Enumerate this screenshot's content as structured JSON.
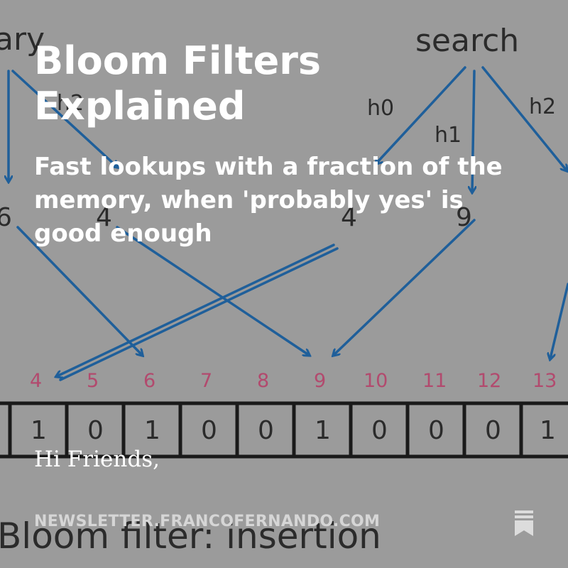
{
  "post": {
    "title": "Bloom Filters Explained",
    "subtitle": "Fast lookups with a fraction of the memory, when 'probably yes' is good enough",
    "greeting": "Hi Friends,"
  },
  "footer": {
    "domain": "NEWSLETTER.FRANCOFERNANDO.COM",
    "bookmark_icon": "bookmark-icon"
  },
  "diagram": {
    "left_label": "ary",
    "right_label": "search",
    "hash_labels": [
      "h0",
      "h1",
      "h2",
      "h2"
    ],
    "value_labels": [
      "6",
      "4",
      "4",
      "9"
    ],
    "bit_indices": [
      "4",
      "5",
      "6",
      "7",
      "8",
      "9",
      "10",
      "11",
      "12",
      "13"
    ],
    "bit_values": [
      "1",
      "0",
      "1",
      "0",
      "0",
      "1",
      "0",
      "0",
      "0",
      "1"
    ],
    "caption": "Bloom filter: insertion",
    "colors": {
      "arrow": "#1f5f9a",
      "index": "#b24a6e",
      "ink": "#2b2b2b"
    }
  }
}
